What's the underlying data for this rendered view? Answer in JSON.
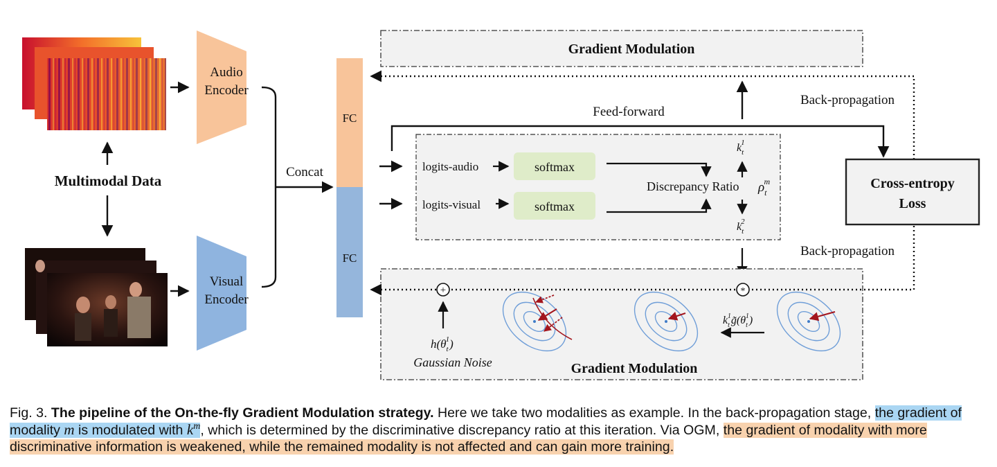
{
  "diagram": {
    "labels": {
      "audio_encoder": [
        "Audio",
        "Encoder"
      ],
      "visual_encoder": [
        "Visual",
        "Encoder"
      ],
      "multimodal_data": "Multimodal Data",
      "concat": "Concat",
      "fc_top": "FC",
      "fc_bottom": "FC",
      "gradient_modulation_top": "Gradient Modulation",
      "gradient_modulation_bottom": "Gradient Modulation",
      "feed_forward": "Feed-forward",
      "back_propagation_top": "Back-propagation",
      "back_propagation_bottom": "Back-propagation",
      "logits_audio": "logits-audio",
      "logits_visual": "logits-visual",
      "softmax_1": "softmax",
      "softmax_2": "softmax",
      "discrepancy_ratio": "Discrepancy Ratio",
      "cross_entropy": [
        "Cross-entropy",
        "Loss"
      ],
      "gaussian_noise": "Gaussian Noise",
      "plus_symbol": "+",
      "mult_symbol": "*"
    },
    "colors": {
      "encoder_orange": "#f8c49a",
      "encoder_blue": "#8fb4df",
      "fc_orange": "#f8c49a",
      "fc_blue": "#95b6dc",
      "softmax_green": "#dfecc9",
      "panel_gray": "#f2f2f2",
      "contour_blue": "#6f9ed8",
      "arrow_red": "#a3151d"
    }
  },
  "caption": {
    "fig_label": "Fig. 3.",
    "title": "The pipeline of the On-the-fly Gradient Modulation strategy.",
    "part1": "Here we take two modalities as example. In the back-propagation stage,",
    "hl_blue_1": "the gradient of modality",
    "var_m": "m",
    "hl_blue_2": "is modulated with",
    "var_k": "k",
    "var_k_sup": "m",
    "part2": ", which is determined by the discriminative discrepancy ratio at this iteration. Via OGM,",
    "hl_orange": "the gradient of modality with more discriminative information is weakened, while the remained modality is not affected and can gain more training."
  }
}
